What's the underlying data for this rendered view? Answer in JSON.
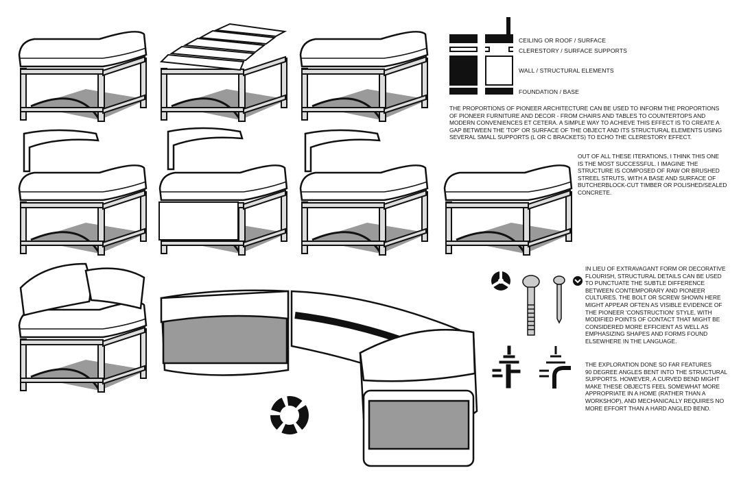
{
  "legend": {
    "items": [
      {
        "label": "CEILING OR ROOF / SURFACE"
      },
      {
        "label": "CLERESTORY / SURFACE SUPPORTS"
      },
      {
        "label": "WALL / STRUCTURAL ELEMENTS"
      },
      {
        "label": "FOUNDATION / BASE"
      }
    ]
  },
  "notes": {
    "proportions": "THE PROPORTIONS OF PIONEER ARCHITECTURE CAN BE USED TO INFORM THE PROPORTIONS\nOF PIONEER FURNITURE AND DECOR - FROM CHAIRS AND TABLES TO COUNTERTOPS AND\nMODERN CONVENIENCES ET CETERA.  A SIMPLE WAY TO ACHIEVE THIS EFFECT IS TO CREATE A\nGAP BETWEEN THE 'TOP' OR SURFACE OF THE OBJECT AND ITS STRUCTURAL ELEMENTS USING\nSEVERAL SMALL SUPPORTS (L OR C BRACKETS) TO ECHO THE CLERESTORY EFFECT.",
    "successful": "OUT OF ALL THESE ITERATIONS, I THINK THIS ONE\nIS THE MOST SUCCESSFUL.  I IMAGINE THE\nSTRUCTURE IS COMPOSED OF RAW OR BRUSHED\nSTREEL STRUTS, WITH A BASE AND SURFACE OF\nBUTCHERBLOCK-CUT TIMBER OR POLISHED/SEALED\nCONCRETE.",
    "details": "IN LIEU OF EXTRAVAGANT FORM OR DECORATIVE\nFLOURISH, STRUCTURAL DETAILS CAN BE USED\nTO PUNCTUATE THE SUBTLE DIFFERENCE\nBETWEEN CONTEMPORARY AND PIONEER\nCULTURES.  THE BOLT OR SCREW SHOWN HERE\nMIGHT APPEAR OFTEN AS VISIBLE EVIDENCE OF\nTHE PIONEER 'CONSTRUCTION' STYLE, WITH\nMODIFIED POINTS OF CONTACT THAT MIGHT BE\nCONSIDERED MORE EFFICIENT AS WELL AS\nEMPHASIZING SHAPES AND FORMS FOUND\nELSEWHERE IN THE LANGUAGE.",
    "exploration": "THE EXPLORATION DONE SO FAR FEATURES\n90 DEGREE ANGLES BENT INTO THE STRUCTURAL\nSUPPORTS.  HOWEVER, A CURVED BEND MIGHT\nMAKE THESE OBJECTS FEEL SOMEWHAT MORE\nAPPROPRIATE IN A HOME (RATHER THAN A\nWORKSHOP), AND MECHANICALLY REQUIRES NO\nMORE EFFORT THAN A HARD ANGLED BEND."
  },
  "colors": {
    "ink": "#111111",
    "shade": "#9a9a9a",
    "paper": "#ffffff"
  }
}
